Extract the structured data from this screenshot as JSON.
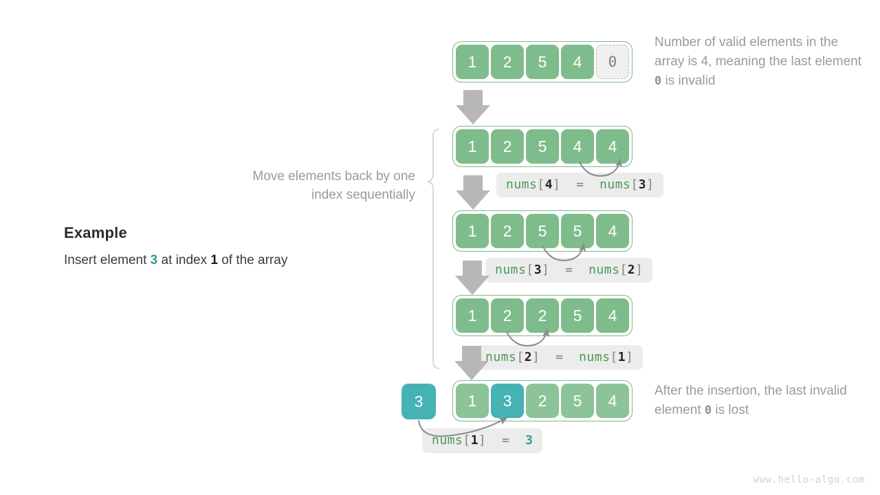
{
  "example": {
    "title": "Example",
    "line_prefix": "Insert element ",
    "line_value": "3",
    "line_mid": " at index ",
    "line_index": "1",
    "line_suffix": " of the array"
  },
  "notes": {
    "move_elements": "Move elements back by one index sequentially",
    "top_note_part1": "Number of valid elements in the array is 4, meaning the last element ",
    "top_note_zero": "0",
    "top_note_part2": " is invalid",
    "bottom_note_part1": "After the insertion, the last invalid element ",
    "bottom_note_zero": "0",
    "bottom_note_part2": " is lost"
  },
  "rows": [
    {
      "name": "row-initial",
      "cells": [
        {
          "value": "1",
          "state": "valid"
        },
        {
          "value": "2",
          "state": "valid"
        },
        {
          "value": "5",
          "state": "valid"
        },
        {
          "value": "4",
          "state": "valid"
        },
        {
          "value": "0",
          "state": "invalid"
        }
      ]
    },
    {
      "name": "row-step-1",
      "cells": [
        {
          "value": "1",
          "state": "valid"
        },
        {
          "value": "2",
          "state": "valid"
        },
        {
          "value": "5",
          "state": "valid"
        },
        {
          "value": "4",
          "state": "valid"
        },
        {
          "value": "4",
          "state": "valid"
        }
      ]
    },
    {
      "name": "row-step-2",
      "cells": [
        {
          "value": "1",
          "state": "valid"
        },
        {
          "value": "2",
          "state": "valid"
        },
        {
          "value": "5",
          "state": "valid"
        },
        {
          "value": "5",
          "state": "valid"
        },
        {
          "value": "4",
          "state": "valid"
        }
      ]
    },
    {
      "name": "row-step-3",
      "cells": [
        {
          "value": "1",
          "state": "valid"
        },
        {
          "value": "2",
          "state": "valid"
        },
        {
          "value": "2",
          "state": "valid"
        },
        {
          "value": "5",
          "state": "valid"
        },
        {
          "value": "4",
          "state": "valid"
        }
      ]
    },
    {
      "name": "row-final",
      "cells": [
        {
          "value": "1",
          "state": "pale"
        },
        {
          "value": "3",
          "state": "teal"
        },
        {
          "value": "2",
          "state": "pale"
        },
        {
          "value": "5",
          "state": "pale"
        },
        {
          "value": "4",
          "state": "pale"
        }
      ]
    }
  ],
  "inserted_element": {
    "value": "3"
  },
  "code_chips": [
    {
      "name": "assign-4-from-3",
      "lhs_fn": "nums",
      "lhs_idx": "4",
      "eq": "=",
      "rhs_fn": "nums",
      "rhs_idx": "3",
      "rhs_is_literal": false
    },
    {
      "name": "assign-3-from-2",
      "lhs_fn": "nums",
      "lhs_idx": "3",
      "eq": "=",
      "rhs_fn": "nums",
      "rhs_idx": "2",
      "rhs_is_literal": false
    },
    {
      "name": "assign-2-from-1",
      "lhs_fn": "nums",
      "lhs_idx": "2",
      "eq": "=",
      "rhs_fn": "nums",
      "rhs_idx": "1",
      "rhs_is_literal": false
    },
    {
      "name": "assign-1-literal",
      "lhs_fn": "nums",
      "lhs_idx": "1",
      "eq": "=",
      "rhs_literal": "3",
      "rhs_is_literal": true
    }
  ],
  "watermark": "www.hello-algo.com",
  "colors": {
    "cell_green": "#7fbc8c",
    "cell_pale_green": "#8cc398",
    "cell_teal": "#45b2b4",
    "container_border": "#7cb887",
    "invalid_fill": "#f0f0f0",
    "invalid_border": "#b9b9b9",
    "arrow_gray": "#b5b5b5",
    "chip_bg": "#ececec",
    "code_green": "#4c9a55",
    "note_gray": "#9a9a9a",
    "accent_teal": "#2e9e92"
  }
}
